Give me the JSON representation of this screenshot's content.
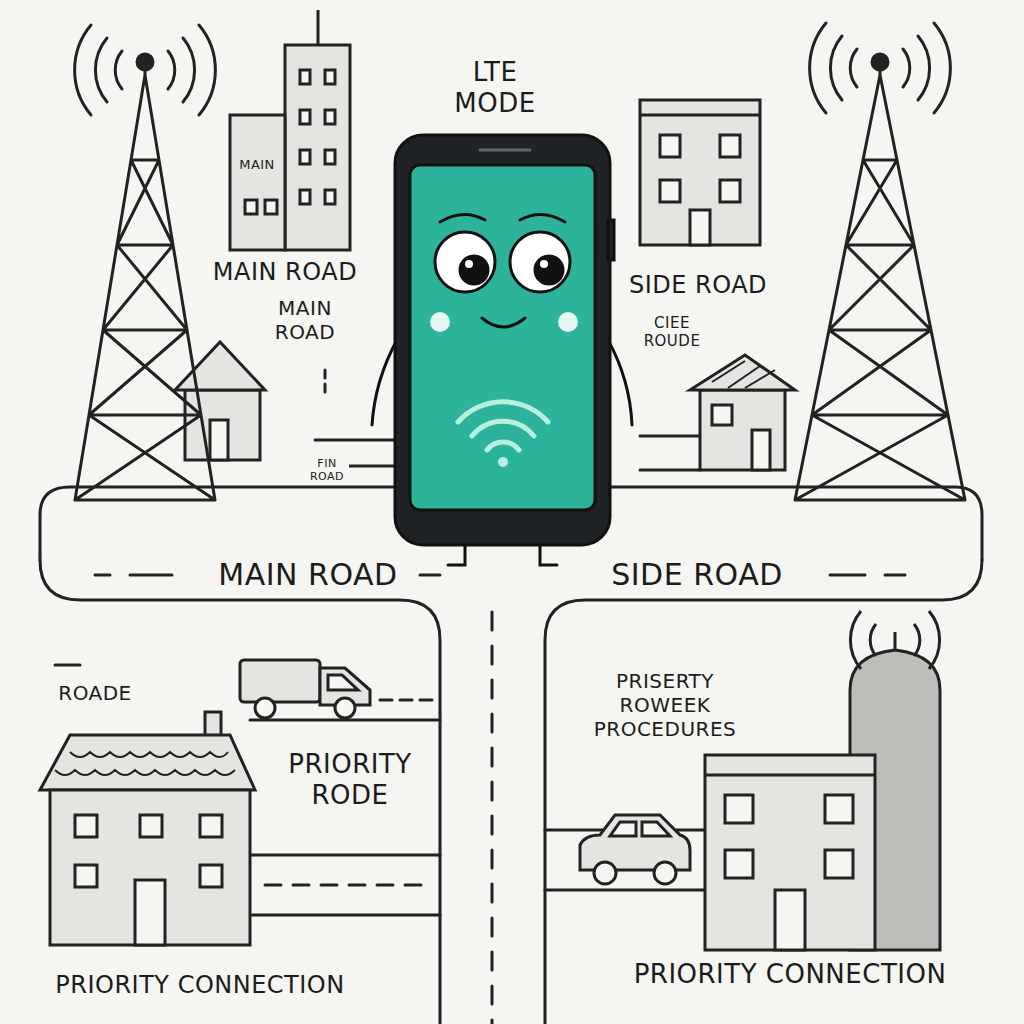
{
  "diagram": {
    "title": "LTE MODE",
    "labels": [
      "MAIN",
      "MAIN ROAD",
      "MAIN ROAD",
      "SIDE ROAD",
      "CIEE ROUDE",
      "FIN ROAD",
      "MAIN ROAD",
      "SIDE ROAD",
      "ROADE",
      "PRISERTY ROWEEK PROCEDURES",
      "PRIORITY RODE",
      "PRIORITY CONNECTION",
      "PRIORITY CONNECTION"
    ]
  }
}
